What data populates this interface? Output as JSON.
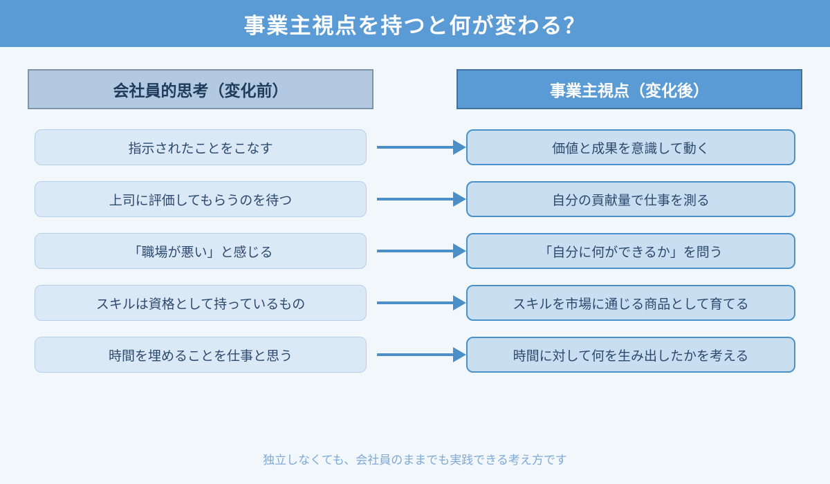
{
  "title": "事業主視点を持つと何が変わる？",
  "columns": {
    "before": "会社員的思考（変化前）",
    "after": "事業主視点（変化後）"
  },
  "rows": [
    {
      "before": "指示されたことをこなす",
      "after": "価値と成果を意識して動く"
    },
    {
      "before": "上司に評価してもらうのを待つ",
      "after": "自分の貢献量で仕事を測る"
    },
    {
      "before": "「職場が悪い」と感じる",
      "after": "「自分に何ができるか」を問う"
    },
    {
      "before": "スキルは資格として持っているもの",
      "after": "スキルを市場に通じる商品として育てる"
    },
    {
      "before": "時間を埋めることを仕事と思う",
      "after": "時間に対して何を生み出したかを考える"
    }
  ],
  "footer": "独立しなくても、会社員のままでも実践できる考え方です",
  "icons": {
    "arrow": "arrow-right-icon"
  },
  "colors": {
    "title_bar_bg": "#5b9bd5",
    "page_bg": "#f2f7fb",
    "header_before_bg": "#b3c9e2",
    "header_before_border": "#7e92a8",
    "header_after_bg": "#5b9bd5",
    "header_after_border": "#41719c",
    "box_before_bg": "#dbe8f6",
    "box_before_border": "#b5cfea",
    "box_after_bg": "#cadef2",
    "box_after_border": "#4a90c9",
    "arrow": "#4a8fc7",
    "text_dark": "#2c4a6e",
    "header_before_text": "#1f3b5c",
    "footer_text": "#7fa9d8"
  }
}
